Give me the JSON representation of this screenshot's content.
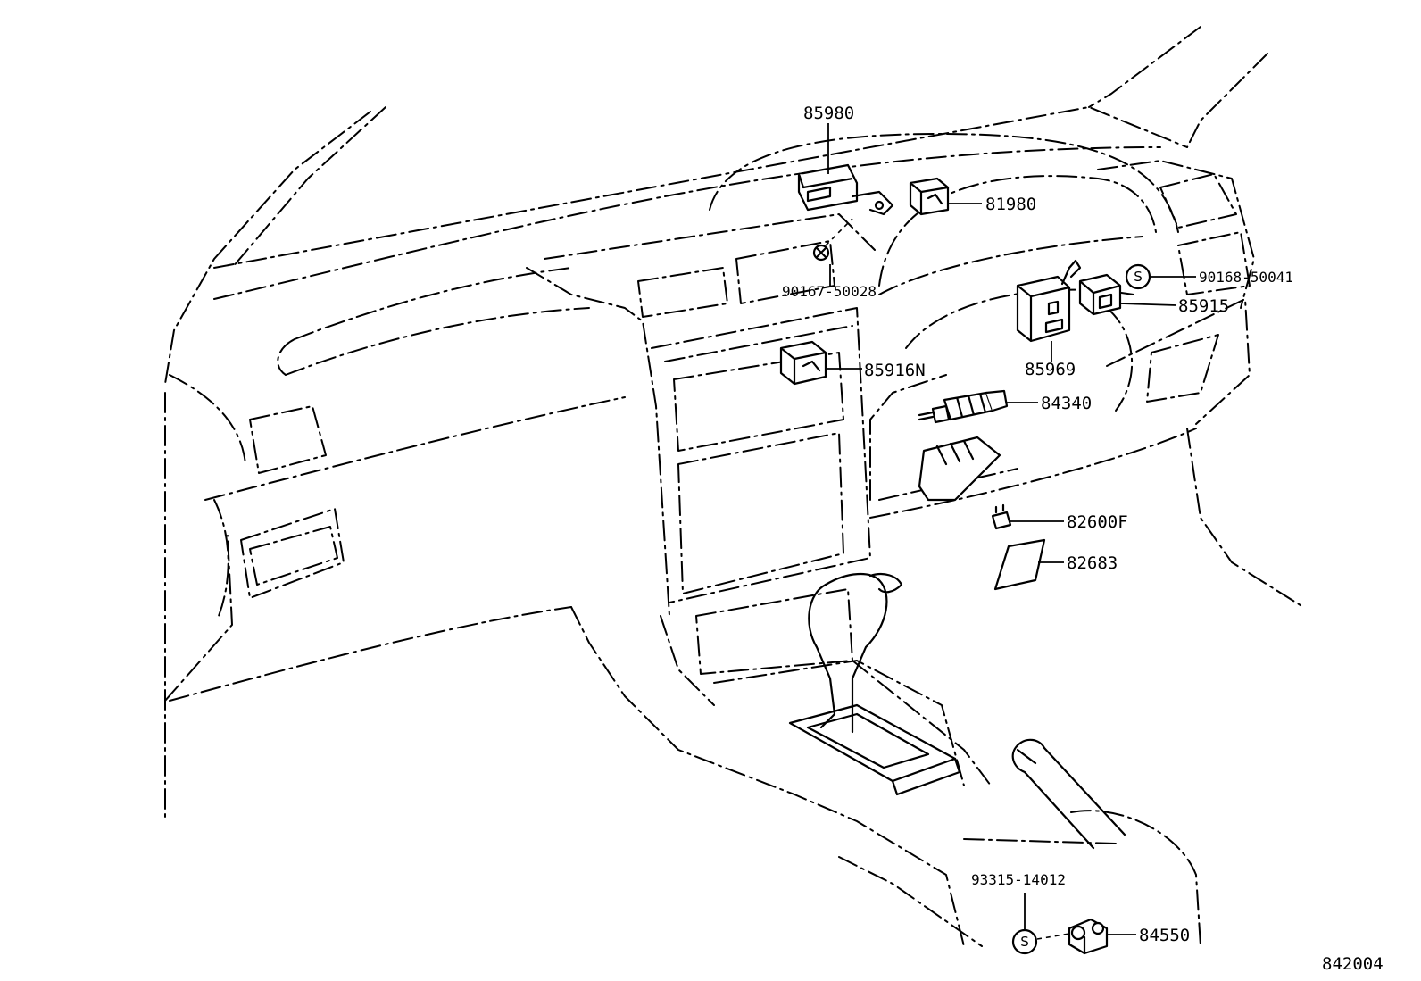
{
  "diagram": {
    "sheet_code": "842004",
    "symbol_s": "S",
    "part_labels": {
      "p85980": "85980",
      "p81980": "81980",
      "p90167": "90167-50028",
      "p90168": "90168-50041",
      "p85915": "85915",
      "p85916n": "85916N",
      "p85969": "85969",
      "p84340": "84340",
      "p82600f": "82600F",
      "p82683": "82683",
      "p93315": "93315-14012",
      "p84550": "84550"
    }
  }
}
